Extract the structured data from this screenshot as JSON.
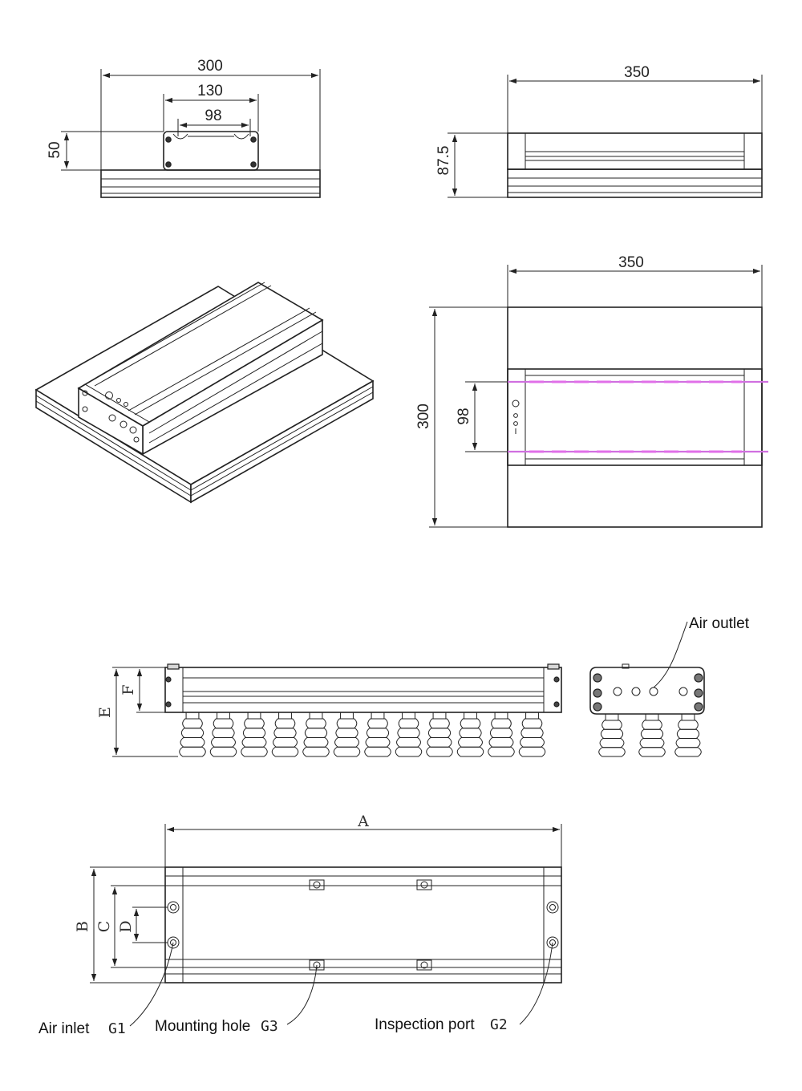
{
  "colors": {
    "line": "#222222",
    "highlight": "#d070e0",
    "background": "#ffffff"
  },
  "front_view": {
    "overall_width": "300",
    "rail_width": "130",
    "hole_spacing": "98",
    "height": "50"
  },
  "side_view": {
    "overall_width": "350",
    "height": "87.5"
  },
  "top_view": {
    "overall_width": "350",
    "overall_depth": "300",
    "rail_spacing": "98"
  },
  "elevation": {
    "dim_e": "E",
    "dim_f": "F",
    "air_outlet_label": "Air outlet"
  },
  "plan": {
    "dim_a": "A",
    "dim_b": "B",
    "dim_c": "C",
    "dim_d": "D",
    "air_inlet_label": "Air inlet",
    "air_inlet_code": "G1",
    "mounting_hole_label": "Mounting hole",
    "mounting_hole_code": "G3",
    "inspection_port_label": "Inspection port",
    "inspection_port_code": "G2"
  }
}
